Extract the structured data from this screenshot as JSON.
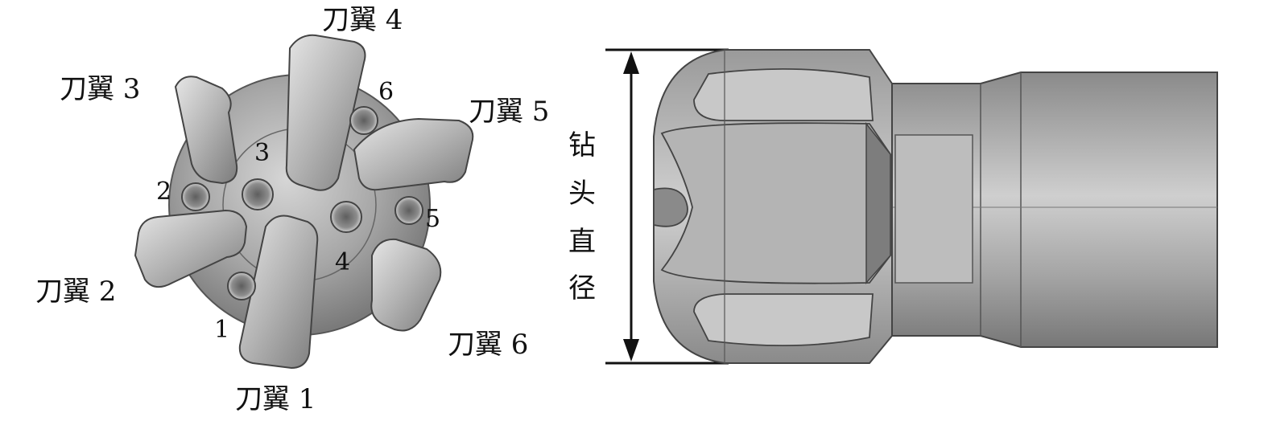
{
  "left_view": {
    "blades": [
      {
        "id": "blade-1",
        "label": "刀翼 1"
      },
      {
        "id": "blade-2",
        "label": "刀翼 2"
      },
      {
        "id": "blade-3",
        "label": "刀翼 3"
      },
      {
        "id": "blade-4",
        "label": "刀翼 4"
      },
      {
        "id": "blade-5",
        "label": "刀翼 5"
      },
      {
        "id": "blade-6",
        "label": "刀翼 6"
      }
    ],
    "nozzles": [
      "1",
      "2",
      "3",
      "4",
      "5",
      "6"
    ]
  },
  "right_view": {
    "diameter_label": [
      "钻",
      "头",
      "直",
      "径"
    ]
  },
  "colors": {
    "metal_light": "#d9d9d9",
    "metal_mid": "#a9a9a9",
    "metal_dark": "#6f6f6f",
    "line": "#111111"
  }
}
